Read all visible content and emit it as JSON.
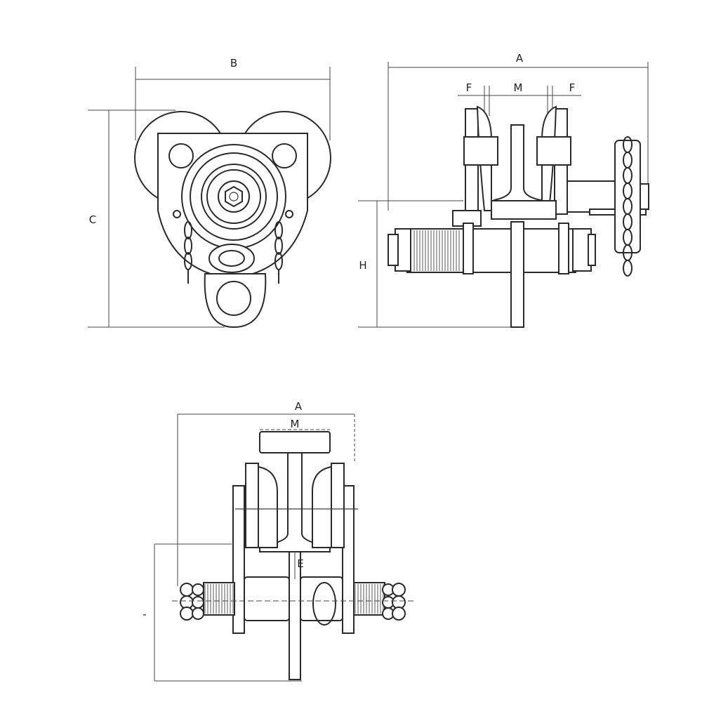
{
  "labels": {
    "top_left_width": "B",
    "top_left_height": "C",
    "top_right_width": "A",
    "top_right_flange_left": "F",
    "top_right_beam": "M",
    "top_right_flange_right": "F",
    "top_right_height": "H",
    "bottom_width": "A",
    "bottom_beam": "M",
    "bottom_e": "E",
    "bottom_side": "-"
  }
}
